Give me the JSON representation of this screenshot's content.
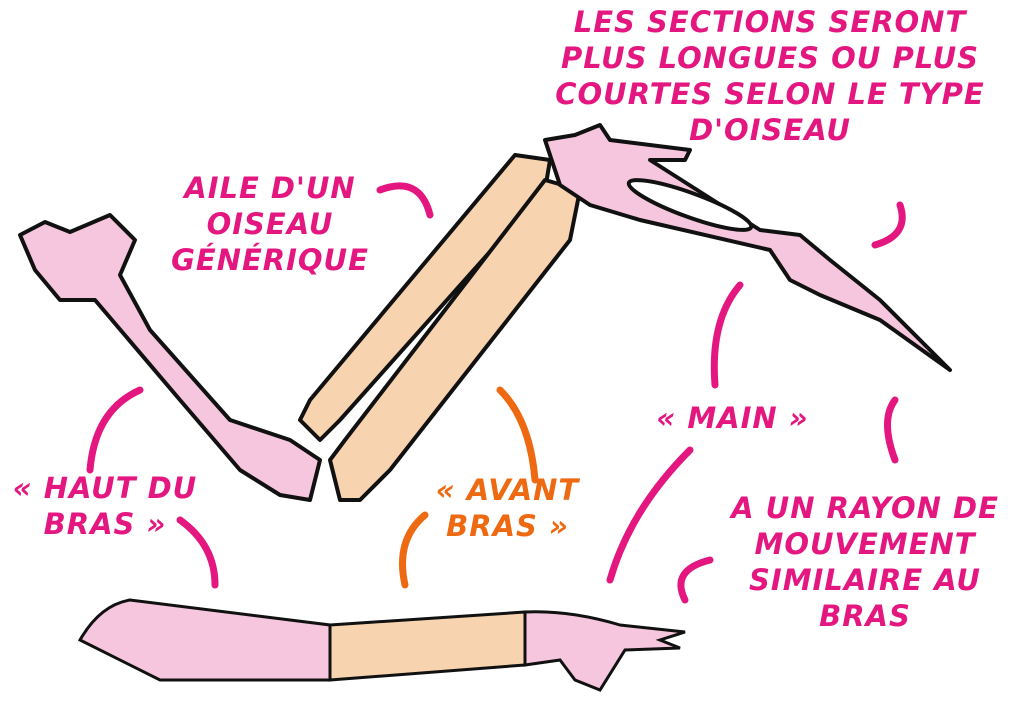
{
  "labels": {
    "sections": [
      "LES SECTIONS SERONT",
      "PLUS LONGUES OU PLUS",
      "COURTES SELON LE TYPE",
      "D'OISEAU"
    ],
    "wing": [
      "AILE D'UN",
      "OISEAU",
      "GÉNÉRIQUE"
    ],
    "upper_arm": [
      "« HAUT DU",
      "BRAS »"
    ],
    "forearm": [
      "« AVANT",
      "BRAS »"
    ],
    "hand": "« MAIN »",
    "motion": [
      "A UN RAYON DE",
      "MOUVEMENT",
      "SIMILAIRE AU",
      "BRAS"
    ]
  },
  "colors": {
    "pink_text": "#e3177f",
    "orange_text": "#ee6a12",
    "pink_bone": "#f5c6dd",
    "orange_bone": "#f8d3b0"
  }
}
